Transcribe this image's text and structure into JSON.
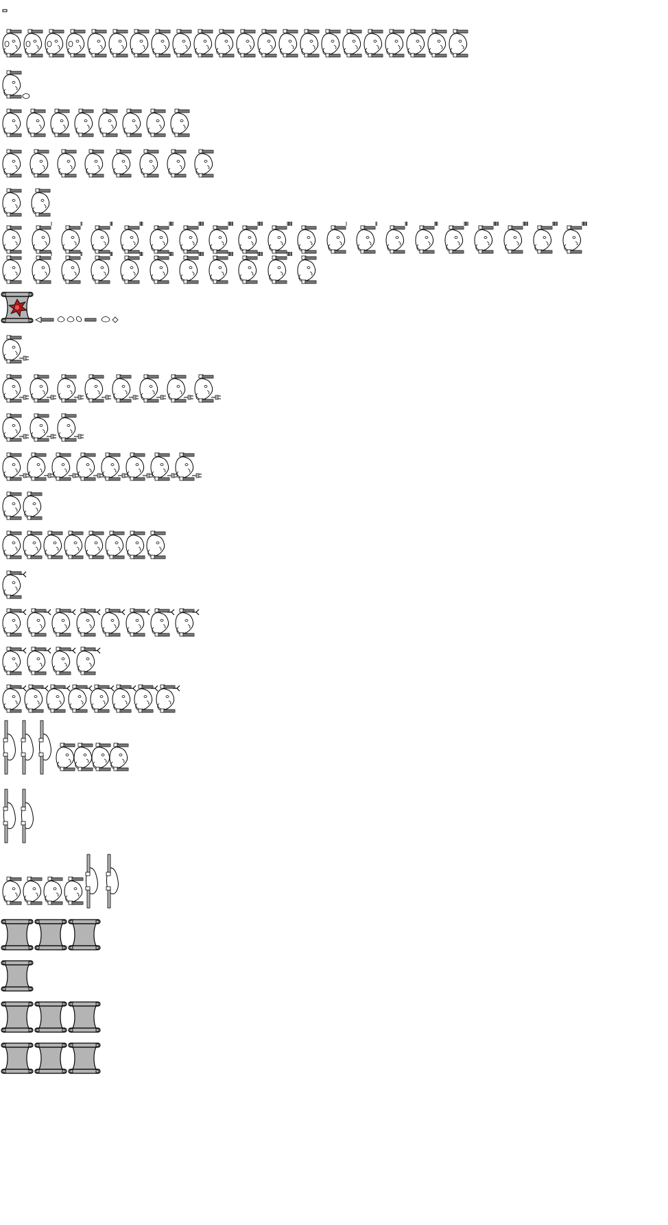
{
  "sheet": {
    "background": "#ffffff",
    "outline_color": "#000000",
    "body_fill": "#ffffff",
    "tread_fill": "#b4b4b4",
    "burst_fill": "#b01818"
  },
  "rows": [
    {
      "kind": "marker",
      "count": 1
    },
    {
      "kind": "mouse-turn",
      "count": 22
    },
    {
      "kind": "mouse-idle-ball",
      "count": 1
    },
    {
      "kind": "mouse",
      "count": 8
    },
    {
      "kind": "mouse",
      "count": 8
    },
    {
      "kind": "mouse",
      "count": 2
    },
    {
      "kind": "mouse-charge",
      "count": 20
    },
    {
      "kind": "mouse-charge",
      "count": 11
    },
    {
      "kind": "burst-debris",
      "count": 1
    },
    {
      "kind": "mouse-claw",
      "count": 1
    },
    {
      "kind": "mouse-claw",
      "count": 8
    },
    {
      "kind": "mouse-claw",
      "count": 3
    },
    {
      "kind": "mouse-claw",
      "count": 8
    },
    {
      "kind": "mouse",
      "count": 2
    },
    {
      "kind": "mouse",
      "count": 8
    },
    {
      "kind": "mouse-fork",
      "count": 1
    },
    {
      "kind": "mouse-fork",
      "count": 8
    },
    {
      "kind": "mouse-fork",
      "count": 4
    },
    {
      "kind": "mouse-fork",
      "count": 8
    },
    {
      "kind": "mouse-rise",
      "count": 7
    },
    {
      "kind": "mouse-vertical",
      "count": 2
    },
    {
      "kind": "mouse-rise",
      "count": 6
    },
    {
      "kind": "tread",
      "count": 3
    },
    {
      "kind": "tread",
      "count": 1
    },
    {
      "kind": "tread",
      "count": 3
    },
    {
      "kind": "tread",
      "count": 3
    }
  ]
}
